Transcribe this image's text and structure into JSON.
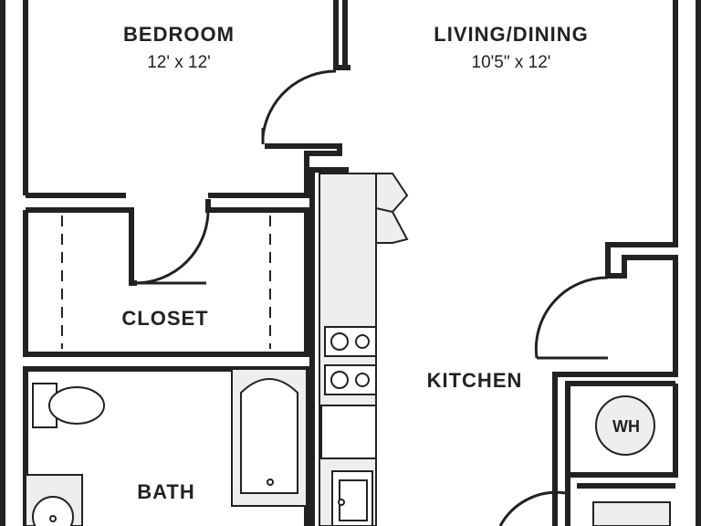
{
  "rooms": {
    "bedroom": {
      "name": "BEDROOM",
      "dimensions": "12' x 12'"
    },
    "living_dining": {
      "name": "LIVING/DINING",
      "dimensions": "10'5\" x 12'"
    },
    "closet": {
      "name": "CLOSET"
    },
    "kitchen": {
      "name": "KITCHEN"
    },
    "bath": {
      "name": "BATH"
    }
  },
  "fixtures": {
    "water_heater": "WH"
  },
  "colors": {
    "wall": "#222222",
    "fixture_fill": "#eeeeee",
    "background": "#ffffff"
  }
}
